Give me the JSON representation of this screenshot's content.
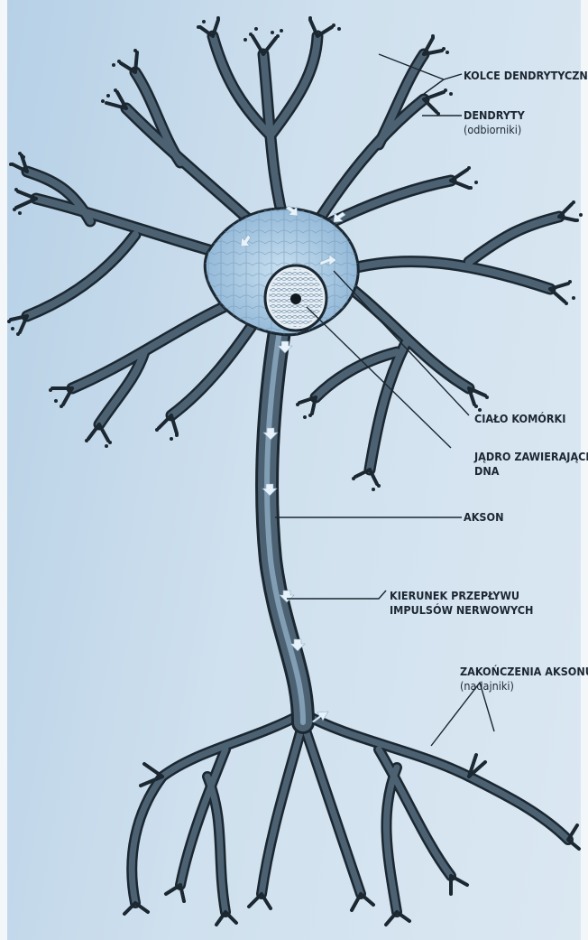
{
  "labels": {
    "dendritic_spines": "KOLCE DENDRYTYCZNE",
    "dendrites": "DENDRYTY",
    "dendrites_sub": "(odbiorniki)",
    "cell_body": "CIAŁO KOMÓRKI",
    "nucleus": "JĄDRO ZAWIERAJĄCE",
    "nucleus_sub": "DNA",
    "axon": "AKSON",
    "impulse_direction": "KIERUNEK PRZEPŁYWU",
    "impulse_direction_sub": "IMPULSÓW NERWOWYCH",
    "axon_terminals": "ZAKOŃCZENIA AKSONU",
    "axon_terminals_sub": "(nadajniki)"
  },
  "colors": {
    "neuron_fill": "#4c6272",
    "neuron_stroke": "#1b2731",
    "cell_body_fill": "#a9cbe6",
    "nucleus_fill": "#e6eef5",
    "nucleolus": "#101820",
    "arrow": "#e8f2fa",
    "label_text": "#1c2733"
  }
}
